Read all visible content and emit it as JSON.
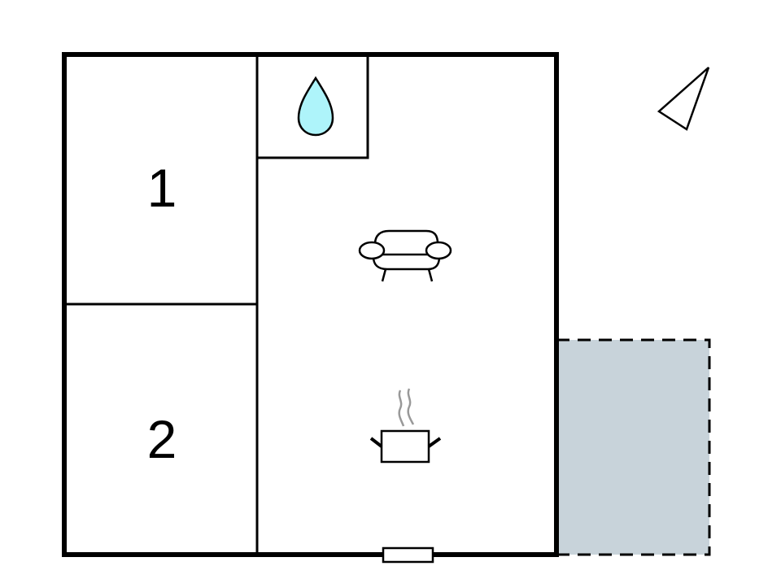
{
  "floorplan": {
    "rooms": [
      {
        "id": "bedroom-1",
        "label": "1"
      },
      {
        "id": "bedroom-2",
        "label": "2"
      },
      {
        "id": "bathroom",
        "icon": "water-drop-icon"
      },
      {
        "id": "living-room",
        "icon": "sofa-icon"
      },
      {
        "id": "kitchen",
        "icon": "cooking-pot-icon"
      }
    ],
    "terrace": {
      "fill": "#c8d3da",
      "style": "dashed"
    },
    "compass": {
      "icon": "north-arrow-icon"
    },
    "door": {
      "icon": "entrance-door"
    },
    "colors": {
      "wall": "#000000",
      "water": "#aef4fa",
      "steam": "#999999",
      "terrace": "#c8d3da"
    }
  }
}
